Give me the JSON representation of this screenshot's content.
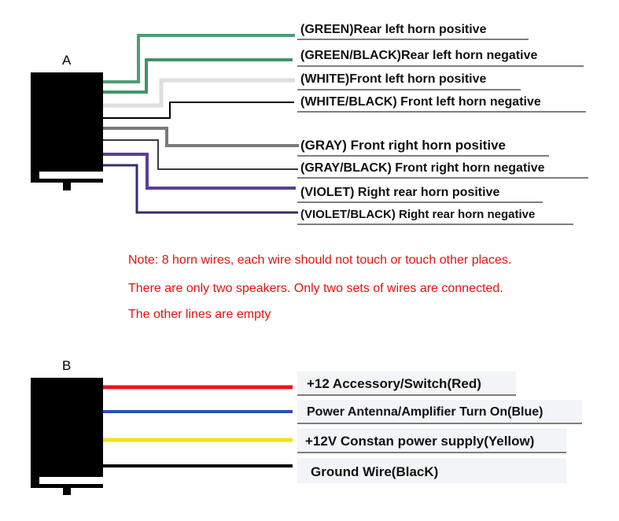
{
  "connector_a": {
    "label": "A",
    "wires": [
      {
        "text": "(GREEN)Rear left horn positive",
        "color": "#4e9e74"
      },
      {
        "text": "(GREEN/BLACK)Rear left horn negative",
        "color": "#3e9666"
      },
      {
        "text": "(WHITE)Front left horn positive",
        "color": "#dedede"
      },
      {
        "text": "(WHITE/BLACK) Front left horn negative",
        "color": "#000000"
      },
      {
        "text": "(GRAY) Front right horn positive",
        "color": "#7a7a7a"
      },
      {
        "text": "(GRAY/BLACK) Front right horn negative",
        "color": "#3a3a3a"
      },
      {
        "text": "(VIOLET)   Right rear horn positive",
        "color": "#5a3d96"
      },
      {
        "text": "(VIOLET/BLACK) Right rear horn negative",
        "color": "#3c2a6e"
      }
    ]
  },
  "note": {
    "lines": [
      "Note: 8 horn wires, each wire should not touch or touch other places.",
      "There are only two speakers. Only two sets of wires are connected.",
      "The other lines are empty"
    ]
  },
  "connector_b": {
    "label": "B",
    "wires": [
      {
        "text": "+12 Accessory/Switch(Red)",
        "color": "#e8161a"
      },
      {
        "text": "Power Antenna/Amplifier Turn On(Blue)",
        "color": "#2a52b0"
      },
      {
        "text": "+12V Constan power supply(Yellow)",
        "color": "#f2e21a"
      },
      {
        "text": "Ground Wire(BlacK)",
        "color": "#000000"
      }
    ]
  }
}
